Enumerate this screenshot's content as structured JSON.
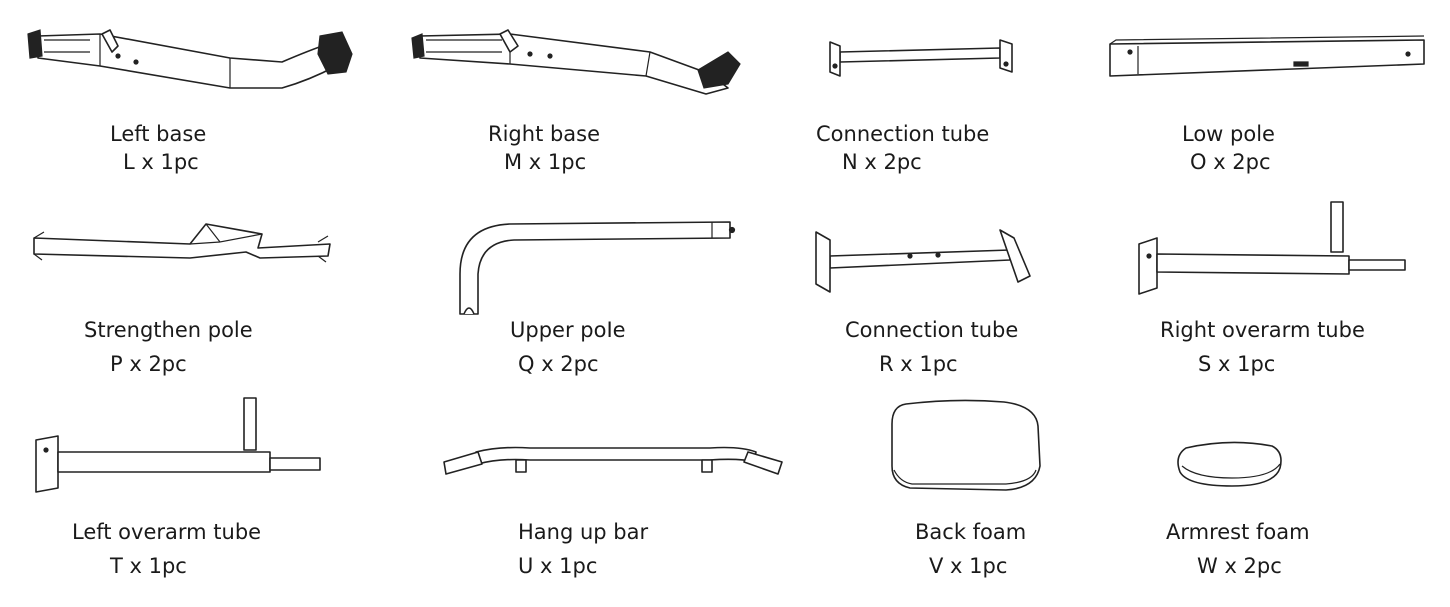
{
  "parts": [
    {
      "id": "L",
      "name": "Left base",
      "qty": "L x 1pc",
      "icon": "left-base-icon"
    },
    {
      "id": "M",
      "name": "Right base",
      "qty": "M x 1pc",
      "icon": "right-base-icon"
    },
    {
      "id": "N",
      "name": "Connection tube",
      "qty": "N x 2pc",
      "icon": "connection-tube-icon"
    },
    {
      "id": "O",
      "name": "Low pole",
      "qty": "O x 2pc",
      "icon": "low-pole-icon"
    },
    {
      "id": "P",
      "name": "Strengthen pole",
      "qty": "P x 2pc",
      "icon": "strengthen-pole-icon"
    },
    {
      "id": "Q",
      "name": "Upper poIe",
      "qty": "Q x 2pc",
      "icon": "upper-pole-icon"
    },
    {
      "id": "R",
      "name": "Connection tube",
      "qty": "R x 1pc",
      "icon": "connection-tube-wide-icon"
    },
    {
      "id": "S",
      "name": "Right overarm tube",
      "qty": "S x 1pc",
      "icon": "right-overarm-tube-icon"
    },
    {
      "id": "T",
      "name": "Left overarm tube",
      "qty": "T x 1pc",
      "icon": "left-overarm-tube-icon"
    },
    {
      "id": "U",
      "name": "Hang up bar",
      "qty": "U x 1pc",
      "icon": "hang-up-bar-icon"
    },
    {
      "id": "V",
      "name": "Back foam",
      "qty": "V x 1pc",
      "icon": "back-foam-icon"
    },
    {
      "id": "W",
      "name": "Armrest foam",
      "qty": "W x 2pc",
      "icon": "armrest-foam-icon"
    }
  ]
}
